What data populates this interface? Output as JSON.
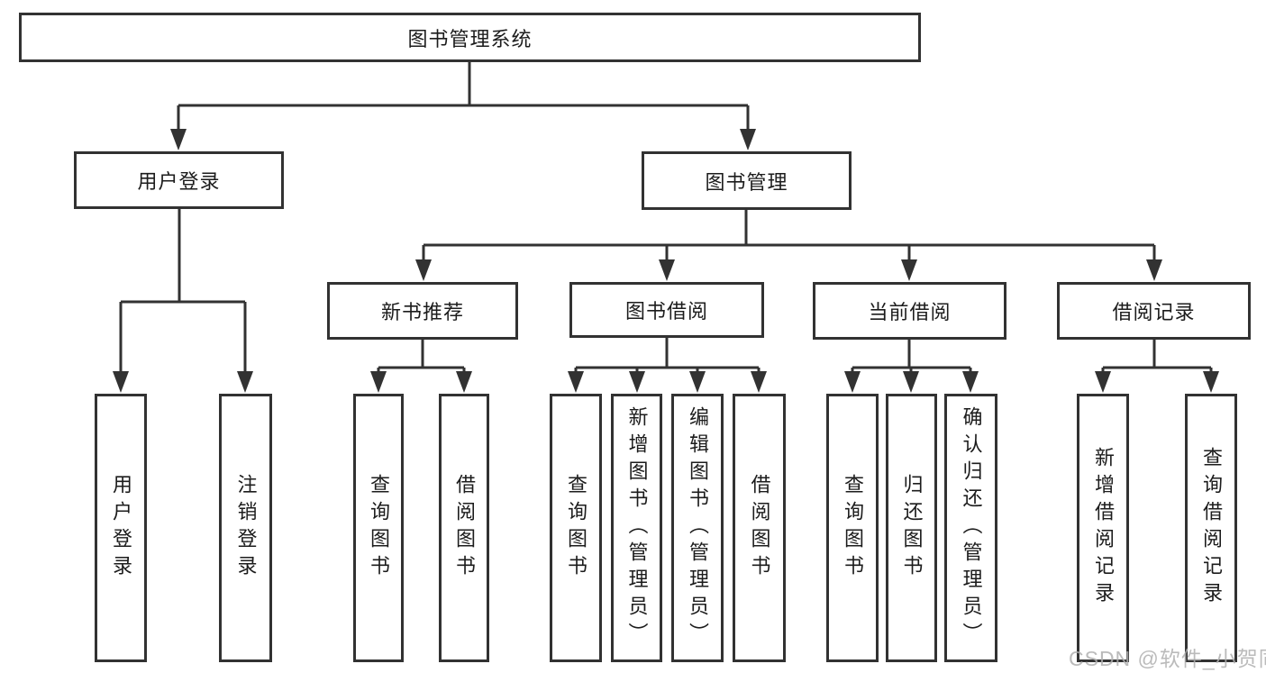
{
  "tree": {
    "root": "图书管理系统",
    "children": [
      {
        "label": "用户登录",
        "children": [
          {
            "label": "用户登录"
          },
          {
            "label": "注销登录"
          }
        ]
      },
      {
        "label": "图书管理",
        "children": [
          {
            "label": "新书推荐",
            "children": [
              {
                "label": "查询图书"
              },
              {
                "label": "借阅图书"
              }
            ]
          },
          {
            "label": "图书借阅",
            "children": [
              {
                "label": "查询图书"
              },
              {
                "label": "新增图书（管理员）"
              },
              {
                "label": "编辑图书（管理员）"
              },
              {
                "label": "借阅图书"
              }
            ]
          },
          {
            "label": "当前借阅",
            "children": [
              {
                "label": "查询图书"
              },
              {
                "label": "归还图书"
              },
              {
                "label": "确认归还（管理员）"
              }
            ]
          },
          {
            "label": "借阅记录",
            "children": [
              {
                "label": "新增借阅记录"
              },
              {
                "label": "查询借阅记录"
              }
            ]
          }
        ]
      }
    ]
  },
  "watermark": {
    "text": "CSDN @软件_小贺同学"
  },
  "colors": {
    "line": "#323232",
    "box_border": "#323232",
    "text": "#1c1c1c",
    "background": "#ffffff",
    "watermark": "#afafaf"
  }
}
